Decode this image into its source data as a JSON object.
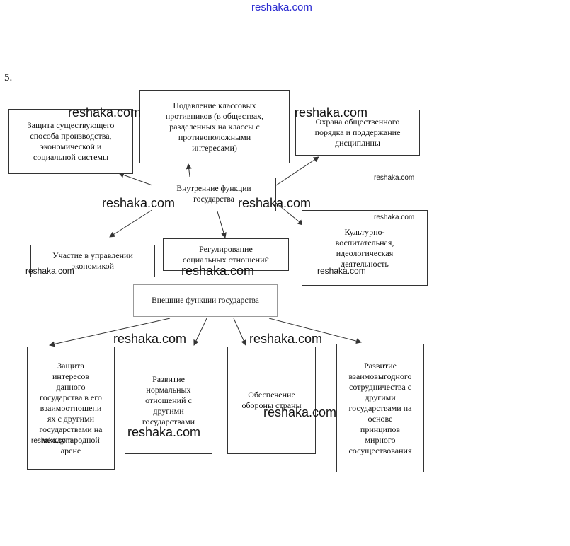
{
  "site_header": "reshaka.com",
  "task_number": "5.",
  "watermark": "reshaka.com",
  "internal": {
    "title": "Внутренние функции\nгосударства",
    "top_center": "Подавление классовых\nпротивников (в обществах,\nразделенных на классы с\nпротивоположными\nинтересами)",
    "top_left": "Защита существующего\nспособа производства,\nэкономической и\nсоциальной системы",
    "top_right": "Охрана общественного\nпорядка и поддержание\nдисциплины",
    "mid_left": "Участие в управлении\nэкономикой",
    "mid_center": "Регулирование\nсоциальных отношений",
    "mid_right": "Культурно-\nвоспитательная,\nидеологическая\nдеятельность"
  },
  "external": {
    "title": "Внешние функции государства",
    "box1": "Защита\nинтересов\nданного\nгосударства в его\nвзаимоотношени\nях с другими\nгосударствами на\nмеждународной\nарене",
    "box2": "Развитие\nнормальных\nотношений с\nдругими\nгосударствами",
    "box3": "Обеспечение\nобороны страны",
    "box4": "Развитие\nвзаимовыгодного\nсотрудничества с\nдругими\nгосударствами на\nоснове\nпринципов\nмирного\nсосуществования"
  }
}
